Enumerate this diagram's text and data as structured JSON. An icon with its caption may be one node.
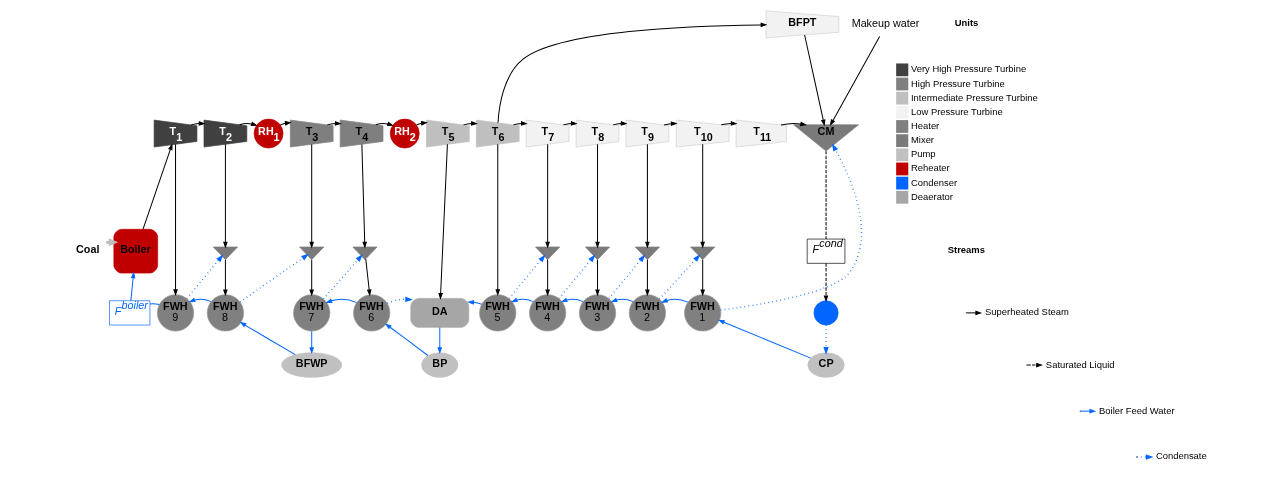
{
  "diagram": {
    "nodes": [
      {
        "text": [
          "Coal"
        ]
      },
      {
        "text": [
          "Boiler"
        ]
      },
      {
        "text": [
          "F$^{boiler}$"
        ]
      },
      {
        "text": [
          "T$_{1}$"
        ]
      },
      {
        "text": [
          "T$_{2}$"
        ]
      },
      {
        "text": [
          "RH$_{1}$"
        ]
      },
      {
        "text": [
          "T$_{3}$"
        ]
      },
      {
        "text": [
          "T$_{4}$"
        ]
      },
      {
        "text": [
          "RH$_{2}$"
        ]
      },
      {
        "text": [
          "T$_{5}$"
        ]
      },
      {
        "text": [
          "T$_{6}$"
        ]
      },
      {
        "text": [
          "BFPT"
        ]
      },
      {
        "text": [
          "T$_{7}$"
        ]
      },
      {
        "text": [
          "T$_{8}$"
        ]
      },
      {
        "text": [
          "T$_{9}$"
        ]
      },
      {
        "text": [
          "T$_{10}$"
        ]
      },
      {
        "text": [
          "T$_{11}$"
        ]
      },
      {
        "text": [
          "Makeup water"
        ]
      },
      {
        "text": [
          "CM"
        ]
      },
      {
        "text": [
          "F$^{cond}$"
        ]
      },
      {
        "text": [],
        "shape": "circle"
      },
      {
        "text": [],
        "shape": "triangle"
      },
      {
        "text": [],
        "shape": "triangle"
      },
      {
        "text": [],
        "shape": "triangle"
      },
      {
        "text": [],
        "shape": "triangle"
      },
      {
        "text": [],
        "shape": "triangle"
      },
      {
        "text": [],
        "shape": "triangle"
      },
      {
        "text": [],
        "shape": "triangle"
      },
      {
        "text": [
          "FWH",
          "9"
        ]
      },
      {
        "text": [
          "FWH",
          "8"
        ]
      },
      {
        "text": [
          "FWH",
          "7"
        ]
      },
      {
        "text": [
          "FWH",
          "6"
        ]
      },
      {
        "text": [
          "DA"
        ]
      },
      {
        "text": [
          "FWH",
          "5"
        ]
      },
      {
        "text": [
          "FWH",
          "4"
        ]
      },
      {
        "text": [
          "FWH",
          "3"
        ]
      },
      {
        "text": [
          "FWH",
          "2"
        ]
      },
      {
        "text": [
          "FWH",
          "1"
        ]
      },
      {
        "text": [
          "CP"
        ]
      },
      {
        "text": [
          "BFWP"
        ]
      },
      {
        "text": [
          "BP"
        ]
      }
    ],
    "edges": [
      {
        "from": 0,
        "to": 1,
        "arrow": "to",
        "style": "thick",
        "color": "#bfbfbf"
      },
      {
        "from": 1,
        "to": 3,
        "arrow": "to"
      },
      {
        "from": 3,
        "to": 4,
        "arrow": "to"
      },
      {
        "from": 3,
        "to": 28,
        "arrow": "to"
      },
      {
        "from": 4,
        "to": 5,
        "arrow": "to"
      },
      {
        "from": 4,
        "to": 21,
        "arrow": "to"
      },
      {
        "from": 5,
        "to": 6,
        "arrow": "to"
      },
      {
        "from": 6,
        "to": 7,
        "arrow": "to"
      },
      {
        "from": 6,
        "to": 22,
        "arrow": "to"
      },
      {
        "from": 7,
        "to": 8,
        "arrow": "to"
      },
      {
        "from": 7,
        "to": 23,
        "arrow": "to"
      },
      {
        "from": 8,
        "to": 9,
        "arrow": "to"
      },
      {
        "from": 9,
        "to": 10,
        "arrow": "to"
      },
      {
        "from": 9,
        "to": 32,
        "arrow": "to"
      },
      {
        "from": 10,
        "to": 12,
        "arrow": "to"
      },
      {
        "from": 10,
        "to": 11,
        "arrow": "to"
      },
      {
        "from": 10,
        "to": 33,
        "arrow": "to"
      },
      {
        "from": 11,
        "to": 18,
        "arrow": "to"
      },
      {
        "from": 12,
        "to": 13,
        "arrow": "to"
      },
      {
        "from": 12,
        "to": 24,
        "arrow": "to"
      },
      {
        "from": 13,
        "to": 14,
        "arrow": "to"
      },
      {
        "from": 13,
        "to": 25,
        "arrow": "to"
      },
      {
        "from": 14,
        "to": 15,
        "arrow": "to"
      },
      {
        "from": 14,
        "to": 26,
        "arrow": "to"
      },
      {
        "from": 15,
        "to": 16,
        "arrow": "to"
      },
      {
        "from": 15,
        "to": 27,
        "arrow": "to"
      },
      {
        "from": 16,
        "to": 18,
        "arrow": "to"
      },
      {
        "from": 17,
        "to": 18,
        "arrow": "to"
      },
      {
        "from": 18,
        "to": 19,
        "arrow": "none",
        "style": "dashed"
      },
      {
        "from": 19,
        "to": 20,
        "arrow": "to",
        "style": "dashed"
      },
      {
        "from": 20,
        "to": 38,
        "arrow": "to",
        "style": "dashed",
        "color": "#0066ff"
      },
      {
        "from": 21,
        "to": 29,
        "arrow": "to"
      },
      {
        "from": 22,
        "to": 30,
        "arrow": "to"
      },
      {
        "from": 23,
        "to": 31,
        "arrow": "to"
      },
      {
        "from": 24,
        "to": 34,
        "arrow": "to"
      },
      {
        "from": 25,
        "to": 35,
        "arrow": "to"
      },
      {
        "from": 26,
        "to": 36,
        "arrow": "to"
      },
      {
        "from": 27,
        "to": 37,
        "arrow": "to"
      },
      {
        "from": 38,
        "to": 37,
        "arrow": "to",
        "color": "#0066ff"
      },
      {
        "from": 37,
        "to": 36,
        "arrow": "to",
        "color": "#0066ff"
      },
      {
        "from": 36,
        "to": 35,
        "arrow": "to",
        "color": "#0066ff"
      },
      {
        "from": 35,
        "to": 34,
        "arrow": "to",
        "color": "#0066ff"
      },
      {
        "from": 34,
        "to": 33,
        "arrow": "to",
        "color": "#0066ff"
      },
      {
        "from": 33,
        "to": 32,
        "arrow": "to",
        "color": "#0066ff"
      },
      {
        "from": 32,
        "to": 40,
        "arrow": "to",
        "color": "#0066ff"
      },
      {
        "from": 40,
        "to": 31,
        "arrow": "to",
        "color": "#0066ff"
      },
      {
        "from": 31,
        "to": 30,
        "arrow": "to",
        "color": "#0066ff"
      },
      {
        "from": 30,
        "to": 39,
        "arrow": "to",
        "color": "#0066ff"
      },
      {
        "from": 39,
        "to": 29,
        "arrow": "to",
        "color": "#0066ff"
      },
      {
        "from": 29,
        "to": 28,
        "arrow": "to",
        "color": "#0066ff"
      },
      {
        "from": 28,
        "to": 2,
        "arrow": "none",
        "color": "#0066ff"
      },
      {
        "from": 2,
        "to": 1,
        "arrow": "to",
        "color": "#0066ff"
      },
      {
        "from": 28,
        "to": 21,
        "arrow": "to",
        "style": "dashed",
        "color": "#0066ff"
      },
      {
        "from": 29,
        "to": 22,
        "arrow": "to",
        "style": "dashed",
        "color": "#0066ff"
      },
      {
        "from": 30,
        "to": 23,
        "arrow": "to",
        "style": "dashed",
        "color": "#0066ff"
      },
      {
        "from": 31,
        "to": 32,
        "arrow": "to",
        "style": "dashed",
        "color": "#0066ff"
      },
      {
        "from": 33,
        "to": 24,
        "arrow": "to",
        "style": "dashed",
        "color": "#0066ff"
      },
      {
        "from": 34,
        "to": 25,
        "arrow": "to",
        "style": "dashed",
        "color": "#0066ff"
      },
      {
        "from": 35,
        "to": 26,
        "arrow": "to",
        "style": "dashed",
        "color": "#0066ff"
      },
      {
        "from": 36,
        "to": 27,
        "arrow": "to",
        "style": "dashed",
        "color": "#0066ff"
      },
      {
        "from": 37,
        "to": 18,
        "arrow": "to",
        "style": "dashed",
        "color": "#0066ff"
      }
    ],
    "labels": [
      "Units",
      "Streams"
    ],
    "legend": [
      {
        "text": "Very High Pressure Turbine",
        "color": "#404040"
      },
      {
        "text": "High Pressure Turbine",
        "color": "#7f7f7f"
      },
      {
        "text": "Intermediate Pressure Turbine",
        "color": "#bfbfbf"
      },
      {
        "text": "Low Pressure Turbine",
        "color": "#f2f2f2"
      },
      {
        "text": "Heater",
        "color": "#808080"
      },
      {
        "text": "Mixer",
        "color": "#7a7a7a"
      },
      {
        "text": "Pump",
        "color": "#c0c0c0"
      },
      {
        "text": "Reheater",
        "color": "#c00000"
      },
      {
        "text": "Condenser",
        "color": "#0066ff"
      },
      {
        "text": "Deaerator",
        "color": "#a6a6a6"
      },
      {
        "text": "Superheated Steam"
      },
      {
        "text": "Saturated Liquid"
      },
      {
        "text": "Boiler Feed Water"
      },
      {
        "text": "Condensate"
      }
    ]
  }
}
